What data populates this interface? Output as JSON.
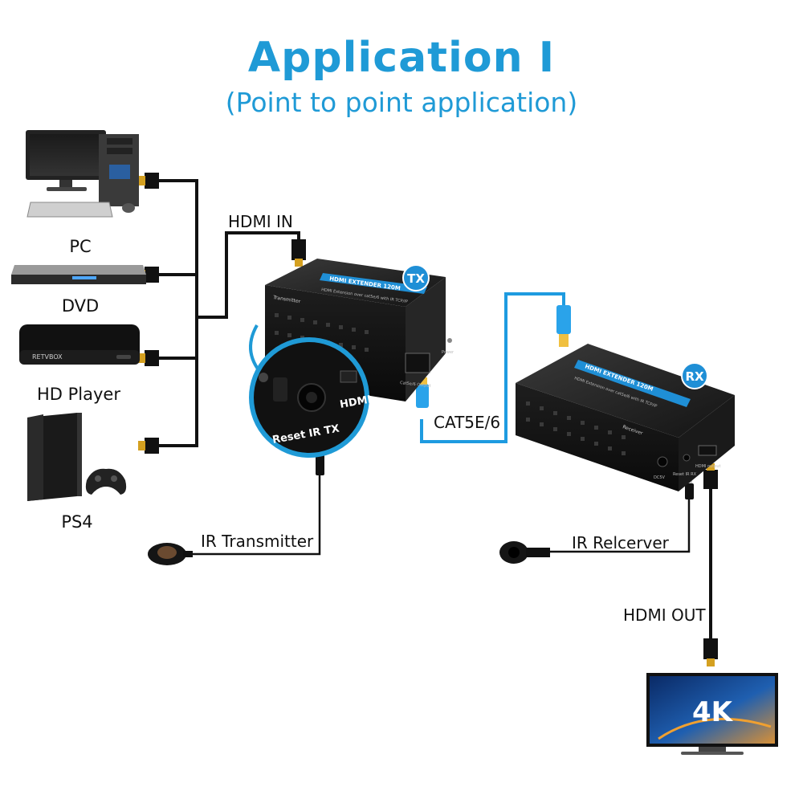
{
  "title": "Application Ⅰ",
  "subtitle": "(Point to point application)",
  "sources": {
    "pc": "PC",
    "dvd": "DVD",
    "hd_player": "HD Player",
    "ps4": "PS4",
    "settop_brand": "RETVBOX"
  },
  "labels": {
    "hdmi_in": "HDMI IN",
    "cat": "CAT5E/6",
    "ir_transmitter": "IR Transmitter",
    "ir_receiver": "IR Relcerver",
    "hdmi_out": "HDMI OUT"
  },
  "tx": {
    "badge": "TX",
    "banner": "HDMI EXTENDER 120M",
    "subline": "HDMI Extension over cat5e/6 with IR TCP/IP",
    "side": "Transmitter",
    "port_label": "Cat5e/6 Output",
    "power_label": "Power",
    "zoom_text": "Reset IR TX",
    "zoom_hdmi": "HDMI"
  },
  "rx": {
    "badge": "RX",
    "banner": "HDMI EXTENDER 120M",
    "subline": "HDMI Extension over cat5e/6 with IR TCP/IP",
    "side": "Receiver",
    "port_dc": "DC5V",
    "port_reset": "Reset IR RX",
    "port_hdmi": "HDMI output"
  },
  "tv": {
    "text": "4K"
  },
  "colors": {
    "accent": "#1f9ad6",
    "cable": "#111111",
    "cat_cable": "#1e9be0"
  }
}
